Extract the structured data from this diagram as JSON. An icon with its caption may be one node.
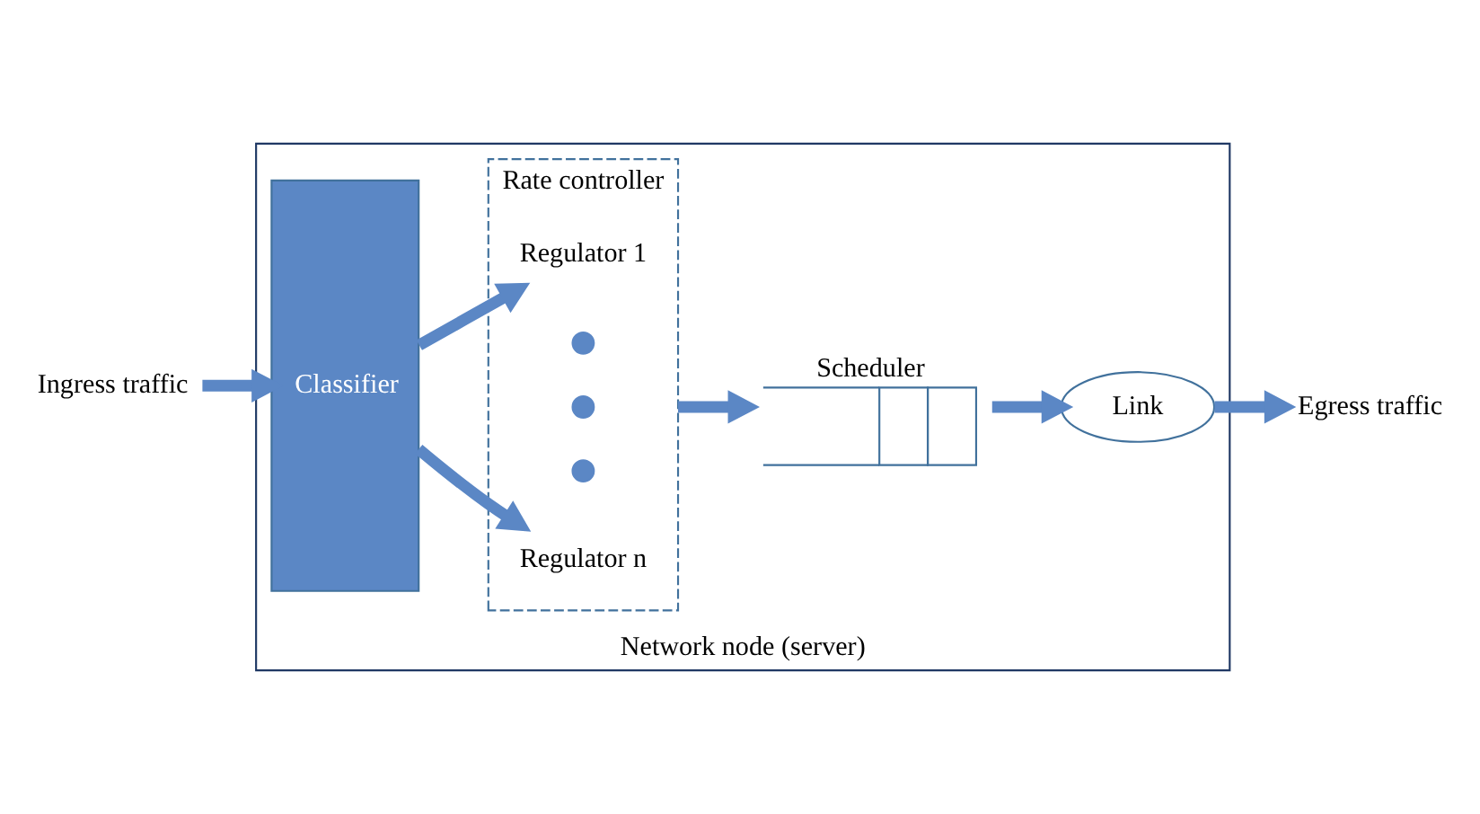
{
  "diagram": {
    "nodes": [
      {
        "text": [
          "Network node (server)"
        ]
      },
      {
        "text": [
          "Ingress traffic"
        ]
      },
      {
        "text": [
          "Classifier"
        ],
        "in": 0
      },
      {
        "text": [
          "Rate controller"
        ],
        "in": 0
      },
      {
        "text": [
          "Regulator 1"
        ],
        "in": 3
      },
      {
        "text": [],
        "shape": "circle",
        "in": 3
      },
      {
        "text": [],
        "shape": "circle",
        "in": 3
      },
      {
        "text": [],
        "shape": "circle",
        "in": 3
      },
      {
        "text": [
          "Regulator n"
        ],
        "in": 3
      },
      {
        "text": [
          "Scheduler"
        ],
        "in": 0
      },
      {
        "text": [
          "Link"
        ],
        "in": 0
      },
      {
        "text": [
          "Egress traffic"
        ]
      }
    ],
    "edges": [
      {
        "from": 1,
        "to": 2,
        "arrow": "to"
      },
      {
        "from": 2,
        "to": 4,
        "arrow": "to"
      },
      {
        "from": 2,
        "to": 8,
        "arrow": "to"
      },
      {
        "from": 3,
        "to": 9,
        "arrow": "to"
      },
      {
        "from": 9,
        "to": 10,
        "arrow": "to"
      },
      {
        "from": 10,
        "to": 11,
        "arrow": "to"
      }
    ]
  }
}
